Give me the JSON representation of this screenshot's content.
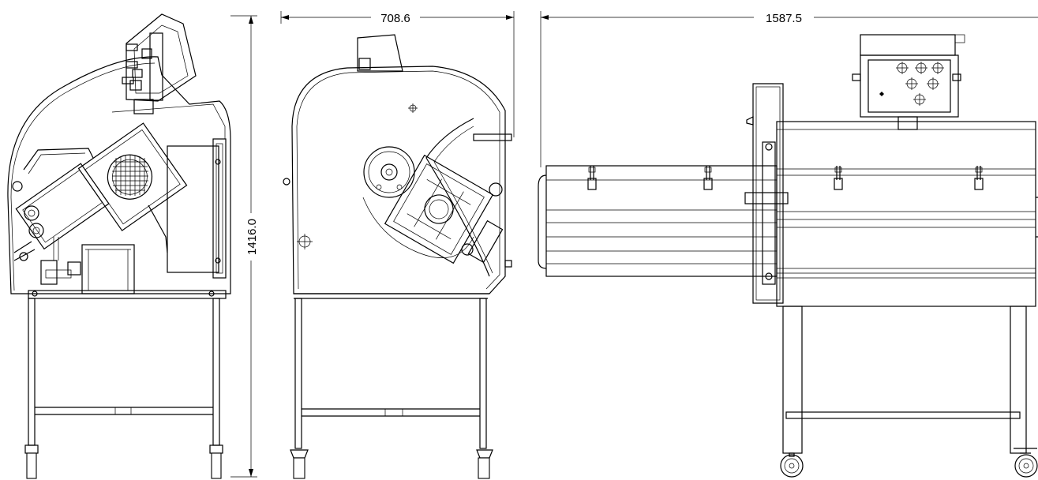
{
  "dimensions": {
    "side_depth": "708.6",
    "overall_width": "1587.5",
    "overall_height": "1416.0"
  },
  "colors": {
    "line": "#000000",
    "background": "#ffffff"
  }
}
